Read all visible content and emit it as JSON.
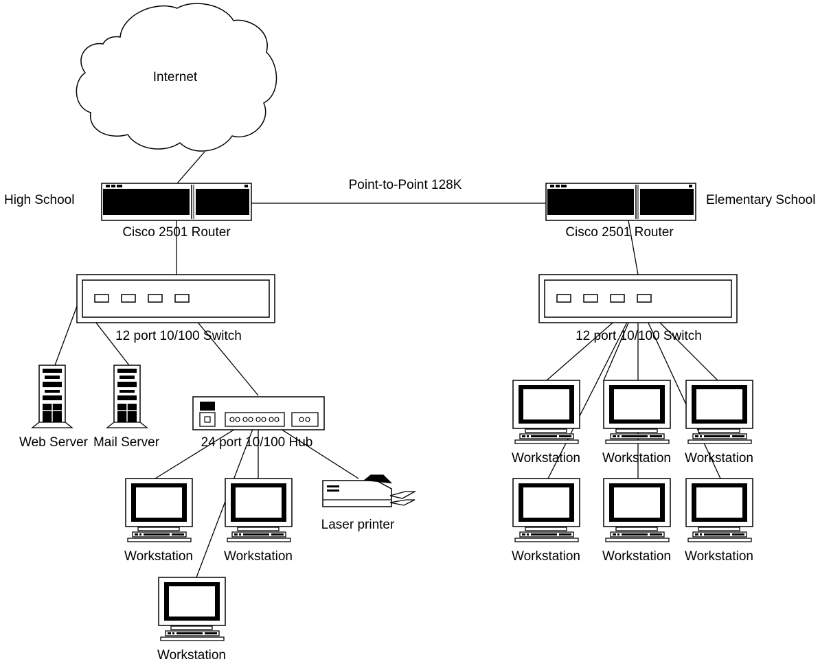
{
  "cloud": {
    "label": "Internet"
  },
  "link": {
    "label": "Point-to-Point 128K"
  },
  "sites": {
    "high_school": {
      "label": "High School",
      "router": "Cisco 2501 Router",
      "switch": "12 port 10/100 Switch",
      "web_server": "Web Server",
      "mail_server": "Mail Server",
      "hub": "24 port 10/100 Hub",
      "printer": "Laser printer",
      "workstations": [
        "Workstation",
        "Workstation",
        "Workstation"
      ]
    },
    "elementary_school": {
      "label": "Elementary School",
      "router": "Cisco 2501 Router",
      "switch": "12 port 10/100 Switch",
      "workstations": [
        "Workstation",
        "Workstation",
        "Workstation",
        "Workstation",
        "Workstation",
        "Workstation"
      ]
    }
  },
  "colors": {
    "stroke": "#000000",
    "background": "#ffffff"
  }
}
